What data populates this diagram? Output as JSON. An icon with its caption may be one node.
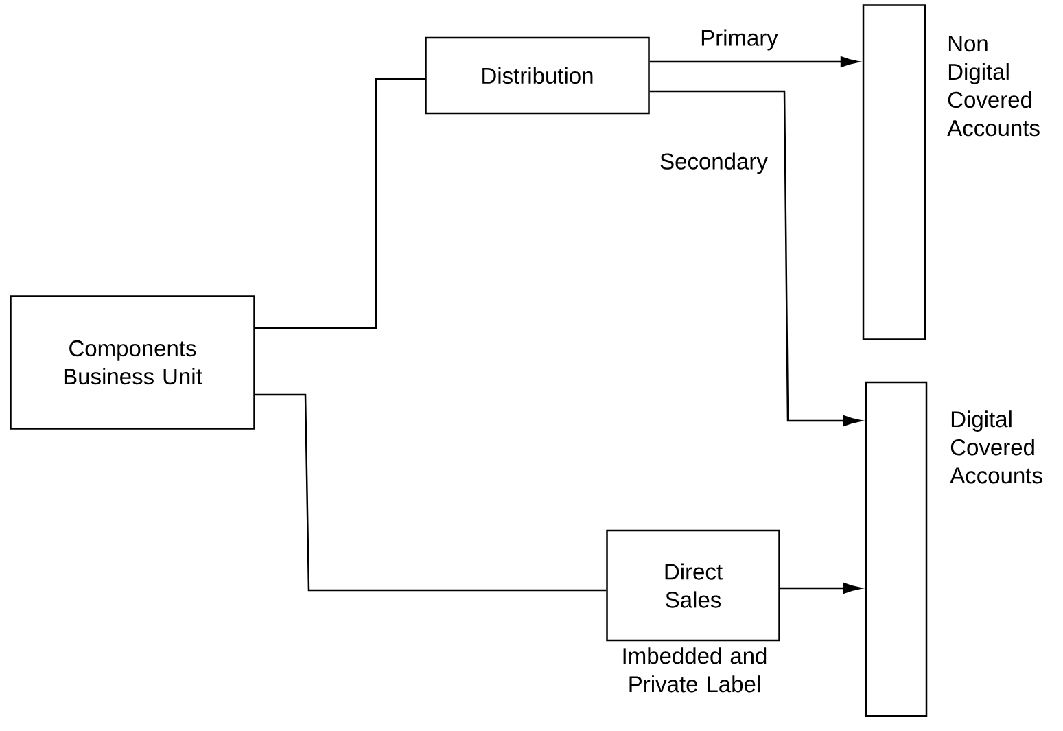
{
  "diagram": {
    "nodes": [
      {
        "text": [
          "Components Business Unit"
        ]
      },
      {
        "text": [
          "Distribution"
        ]
      },
      {
        "text": [],
        "shape": "bar",
        "beside": [
          "Non Digital Covered Accounts"
        ]
      },
      {
        "text": [],
        "shape": "bar",
        "beside": [
          "Digital Covered Accounts"
        ]
      },
      {
        "text": [
          "Direct Sales"
        ],
        "beside": [
          "Imbedded and Private Label"
        ]
      }
    ],
    "edges": [
      {
        "from": 0,
        "to": 1,
        "arrow": "none"
      },
      {
        "from": 1,
        "to": 2,
        "arrow": "to",
        "label": "Primary"
      },
      {
        "from": 1,
        "to": 3,
        "arrow": "to",
        "label": "Secondary"
      },
      {
        "from": 0,
        "to": 4,
        "arrow": "none"
      },
      {
        "from": 4,
        "to": 3,
        "arrow": "to"
      }
    ]
  }
}
